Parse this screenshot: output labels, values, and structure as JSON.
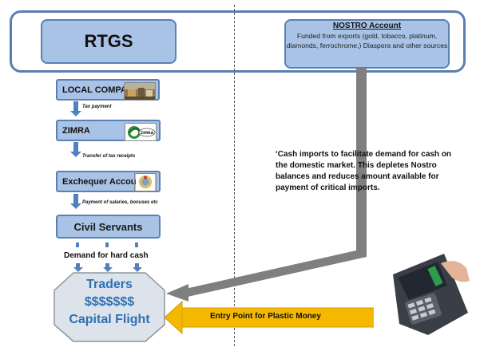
{
  "rtgs": {
    "label": "RTGS"
  },
  "nostro": {
    "title": "NOSTRO Account",
    "description": "Funded from exports (gold, tobacco, platinum, diamonds, ferrochrome,) Diaspora and other sources"
  },
  "flow": {
    "local_company": "LOCAL COMPANY",
    "tax_payment": "Tax payment",
    "zimra": "ZIMRA",
    "zimra_logo_text": "ZIMRA",
    "transfer": "Transfer of tax receipts",
    "exchequer": "Exchequer Account",
    "payment": "Payment of salaries, bonuses etc",
    "civil_servants": "Civil Servants",
    "demand": "Demand  for hard  cash"
  },
  "traders": {
    "line1": "Traders",
    "line2": "$$$$$$$",
    "line3": "Capital Flight"
  },
  "cash_note": "‘Cash imports to facilitate demand for cash on the domestic market. This depletes Nostro balances and reduces amount available for payment of critical imports.",
  "entry_point": "Entry Point for Plastic Money",
  "colors": {
    "box_fill": "#a9c3e6",
    "box_border": "#5a80b5",
    "arrow_blue": "#4f81bd",
    "arrow_gray": "#7f7f7f",
    "arrow_yellow": "#f5b800",
    "traders_text": "#2e6fb5"
  }
}
